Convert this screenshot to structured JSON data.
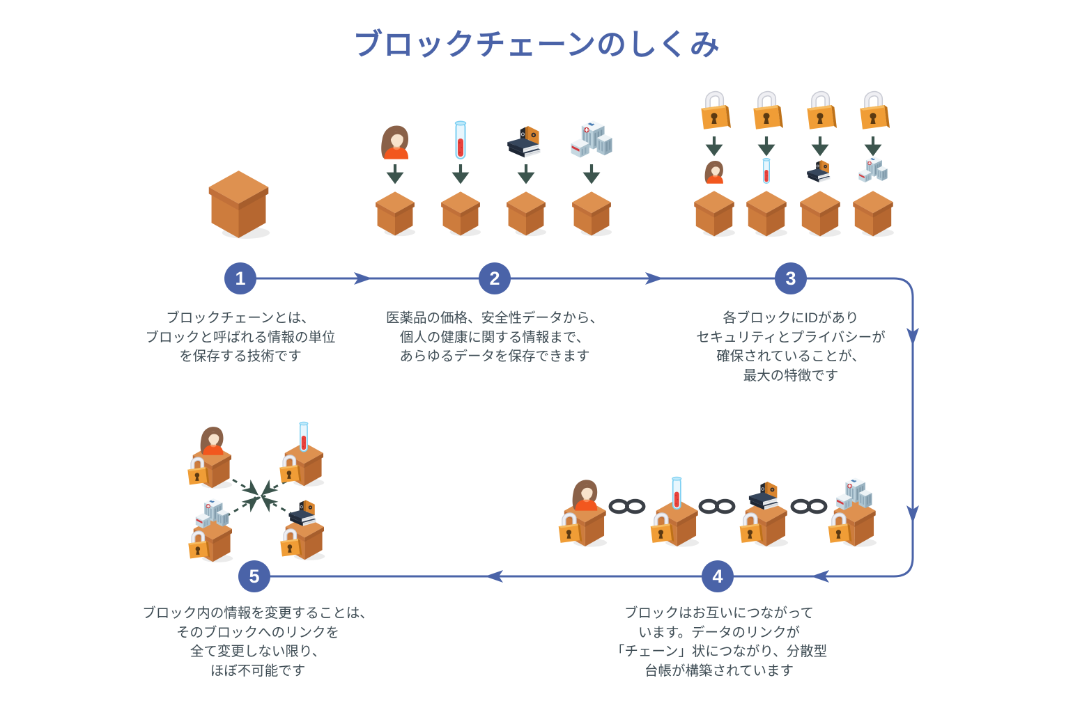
{
  "title": "ブロックチェーンのしくみ",
  "steps": [
    {
      "number": "1",
      "lines": [
        "ブロックチェーンとは、",
        "ブロックと呼ばれる情報の単位",
        "を保存する技術です"
      ]
    },
    {
      "number": "2",
      "lines": [
        "医薬品の価格、安全性データから、",
        "個人の健康に関する情報まで、",
        "あらゆるデータを保存できます"
      ]
    },
    {
      "number": "3",
      "lines": [
        "各ブロックにIDがあり",
        "セキュリティとプライバシーが",
        "確保されていることが、",
        "最大の特徴です"
      ]
    },
    {
      "number": "4",
      "lines": [
        "ブロックはお互いにつながって",
        "います。データのリンクが",
        "「チェーン」状につながり、分散型",
        "台帳が構築されています"
      ]
    },
    {
      "number": "5",
      "lines": [
        "ブロック内の情報を変更することは、",
        "そのブロックへのリンクを",
        "全て変更しない限り、",
        "ほぼ不可能です"
      ]
    }
  ],
  "colors": {
    "accent_blue": "#4A63A8",
    "text_dark": "#3E4C54",
    "box_orange_top": "#DE9150",
    "box_orange_left": "#CD7C3D",
    "box_orange_right": "#B66730",
    "lock_orange": "#F09D36",
    "arrow_teal": "#3C554E",
    "chain_dark": "#3A3F46",
    "tube_red": "#E9423C",
    "shirt_orange": "#F2571E"
  },
  "icon_names": [
    "block-box-icon",
    "person-icon",
    "test-tube-icon",
    "binders-icon",
    "hospital-icon",
    "padlock-icon",
    "down-arrow-icon",
    "chain-link-icon",
    "broken-link-arrows-icon"
  ]
}
